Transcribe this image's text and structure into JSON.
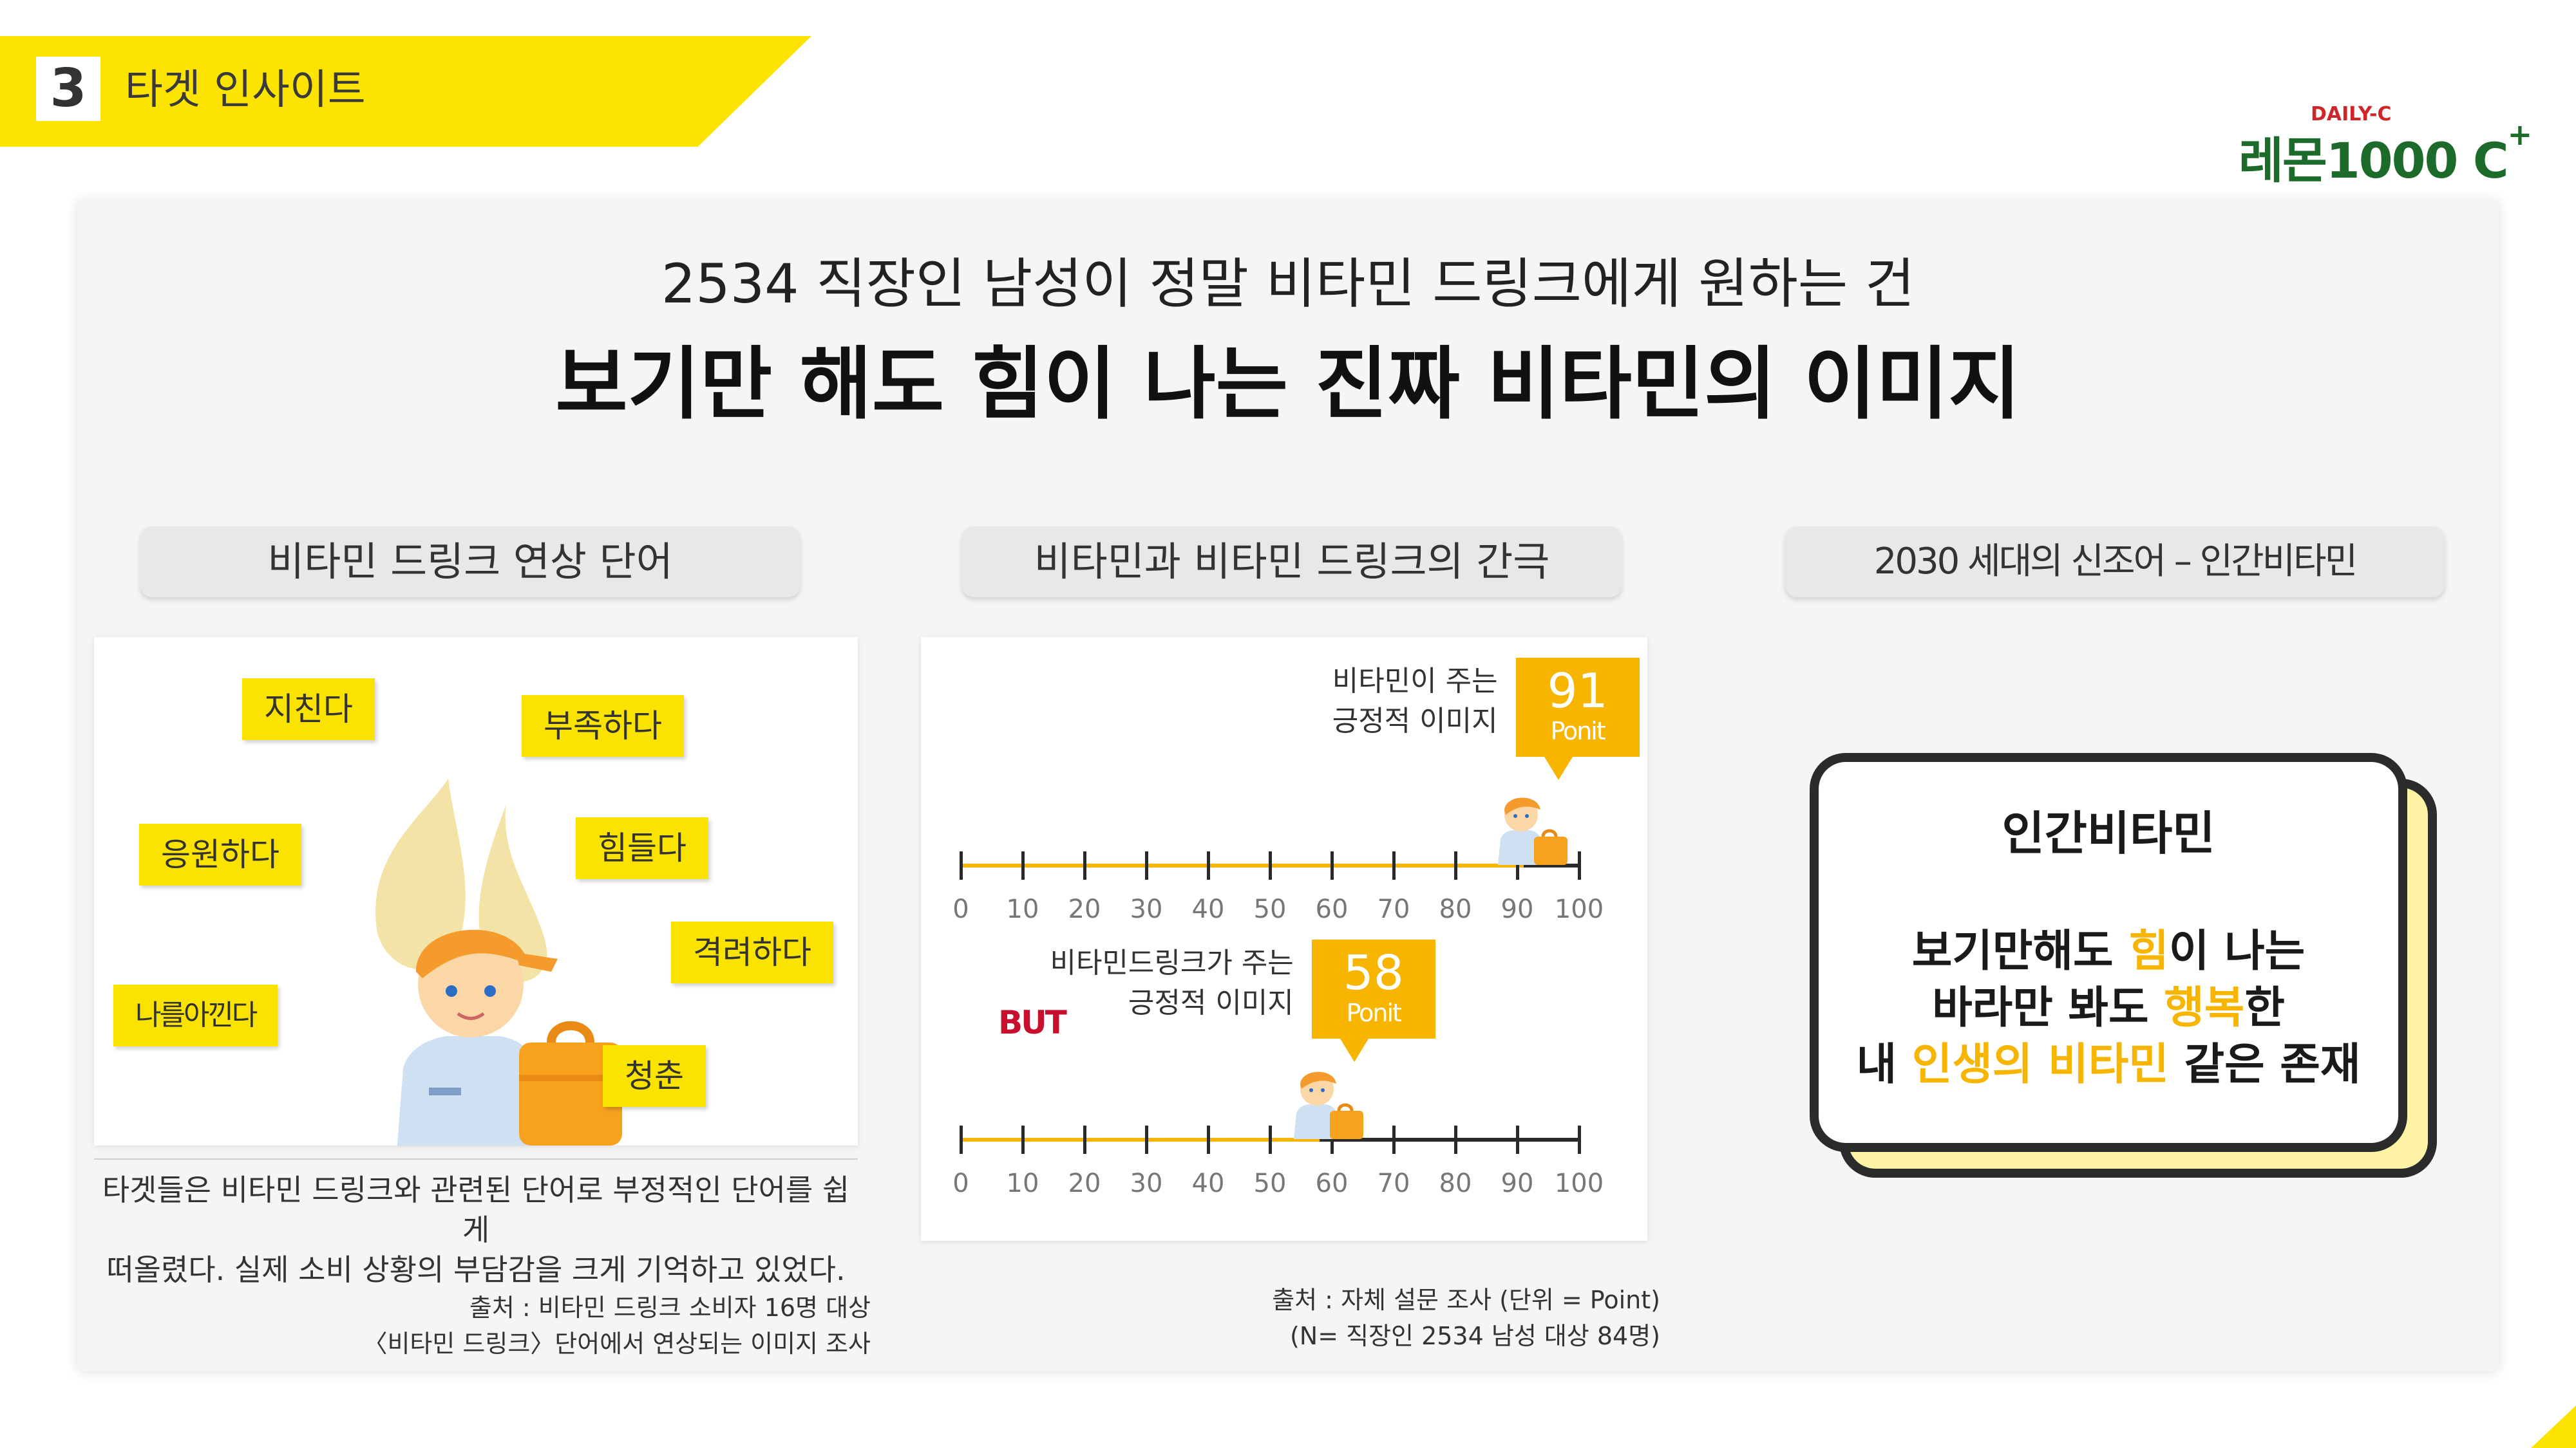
{
  "header": {
    "number": "3",
    "title": "타겟 인사이트"
  },
  "logo": {
    "small": "DAILY-C",
    "main": "레몬1000 C",
    "sup": "+"
  },
  "headline": {
    "subtitle": "2534 직장인 남성이 정말 비타민 드링크에게 원하는 건",
    "title": "보기만 해도 힘이 나는 진짜 비타민의 이미지"
  },
  "columns": {
    "left": {
      "label": "비타민 드링크 연상 단어",
      "words": [
        "지친다",
        "부족하다",
        "응원하다",
        "힘들다",
        "격려하다",
        "나를아낀다",
        "청춘"
      ],
      "description": [
        "타겟들은 비타민 드링크와 관련된 단어로 부정적인 단어를 쉽게",
        "떠올렸다. 실제 소비 상황의 부담감을 크게 기억하고 있었다."
      ],
      "source": [
        "출처 : 비타민 드링크 소비자 16명 대상",
        "〈비타민 드링크〉단어에서 연상되는 이미지 조사"
      ]
    },
    "middle": {
      "label": "비타민과 비타민 드링크의 간극",
      "but": "BUT",
      "source": [
        "출처 : 자체 설문 조사 (단위 = Point)",
        "(N= 직장인 2534 남성 대상 84명)"
      ]
    },
    "right": {
      "label": "2030 세대의 신조어 – 인간비타민",
      "card_title": "인간비타민",
      "lines": [
        [
          {
            "t": "보기만해도 "
          },
          {
            "t": "힘",
            "hl": true
          },
          {
            "t": "이 나는"
          }
        ],
        [
          {
            "t": "바라만 봐도 "
          },
          {
            "t": "행복",
            "hl": true
          },
          {
            "t": "한"
          }
        ],
        [
          {
            "t": "내 "
          },
          {
            "t": "인생의 비타민",
            "hl": true
          },
          {
            "t": " 같은 존재"
          }
        ]
      ]
    }
  },
  "chart_data": [
    {
      "type": "bar",
      "series": [
        {
          "name": "비타민이 주는 긍정적 이미지",
          "values": [
            91
          ]
        }
      ],
      "label_lines": [
        "비타민이 주는",
        "긍정적 이미지"
      ],
      "value": 91,
      "unit": "Ponit",
      "ticks": [
        0,
        10,
        20,
        30,
        40,
        50,
        60,
        70,
        80,
        90,
        100
      ],
      "xlim": [
        0,
        100
      ]
    },
    {
      "type": "bar",
      "series": [
        {
          "name": "비타민드링크가 주는 긍정적 이미지",
          "values": [
            58
          ]
        }
      ],
      "label_lines": [
        "비타민드링크가 주는",
        "긍정적 이미지"
      ],
      "value": 58,
      "unit": "Ponit",
      "ticks": [
        0,
        10,
        20,
        30,
        40,
        50,
        60,
        70,
        80,
        90,
        100
      ],
      "xlim": [
        0,
        100
      ]
    }
  ],
  "colors": {
    "accent_yellow": "#fde400",
    "chart_yellow": "#f7b500",
    "logo_green": "#1d6b2a",
    "logo_red": "#d0262a",
    "but_red": "#c8102e"
  }
}
